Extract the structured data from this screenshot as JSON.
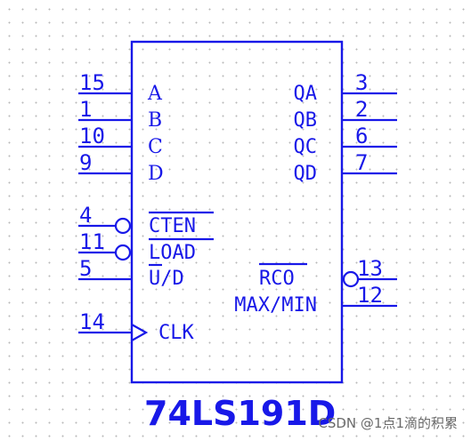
{
  "chip": {
    "part_name": "74LS191D"
  },
  "left_pins": [
    {
      "num": "15",
      "label": "A"
    },
    {
      "num": "1",
      "label": "B"
    },
    {
      "num": "10",
      "label": "C"
    },
    {
      "num": "9",
      "label": "D"
    },
    {
      "num": "4",
      "label": "CTEN",
      "active_low": true
    },
    {
      "num": "11",
      "label": "LOAD",
      "active_low": true
    },
    {
      "num": "5",
      "label": "U/D"
    },
    {
      "num": "14",
      "label": "CLK",
      "clock": true
    }
  ],
  "right_pins": [
    {
      "num": "3",
      "label": "QA"
    },
    {
      "num": "2",
      "label": "QB"
    },
    {
      "num": "6",
      "label": "QC"
    },
    {
      "num": "7",
      "label": "QD"
    },
    {
      "num": "13",
      "label": "RCO",
      "active_low": true
    },
    {
      "num": "12",
      "label": "MAX/MIN"
    }
  ],
  "watermark": "CSDN @1点1滴的积累",
  "colors": {
    "line": "#1818e8",
    "grid_dot": "#b9b9b9",
    "watermark": "#6a6a6a",
    "background": "#ffffff"
  }
}
